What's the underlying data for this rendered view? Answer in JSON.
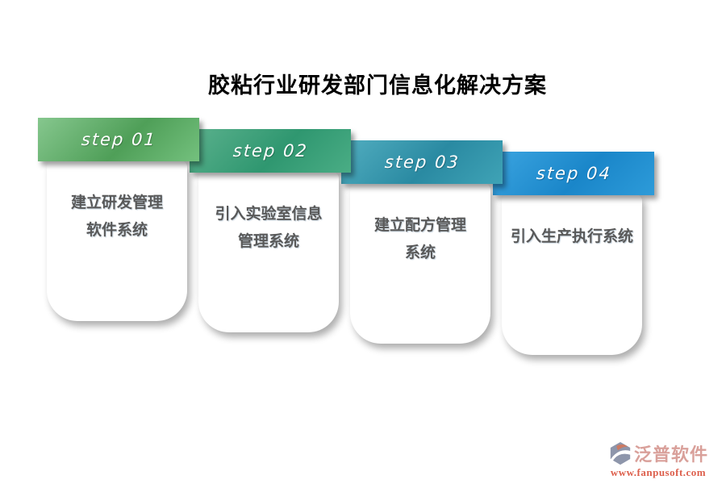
{
  "page": {
    "title": "胶粘行业研发部门信息化解决方案"
  },
  "steps": [
    {
      "label": "step 01",
      "line1": "建立研发管理",
      "line2": "软件系统",
      "gradient": [
        "#86c78e",
        "#4f9f58",
        "#74c17e"
      ]
    },
    {
      "label": "step 02",
      "line1": "引入实验室信息",
      "line2": "管理系统",
      "gradient": [
        "#5bb18d",
        "#2f9770",
        "#4aad85"
      ]
    },
    {
      "label": "step 03",
      "line1": "建立配方管理",
      "line2": "系统",
      "gradient": [
        "#52aec0",
        "#2a8aa2",
        "#3fa3b6"
      ]
    },
    {
      "label": "step 04",
      "line1": "引入生产执行系统",
      "line2": "",
      "gradient": [
        "#3ba4e0",
        "#1a86c9",
        "#2d9bd9"
      ]
    }
  ],
  "footer": {
    "brand": "泛普软件",
    "url": "www.fanpusoft.com",
    "brand_color": "#d9a09a",
    "url_color": "#dd5f4c",
    "logo_badge_color": "#8e96ab",
    "logo_swoosh_color": "#cc7a63"
  }
}
